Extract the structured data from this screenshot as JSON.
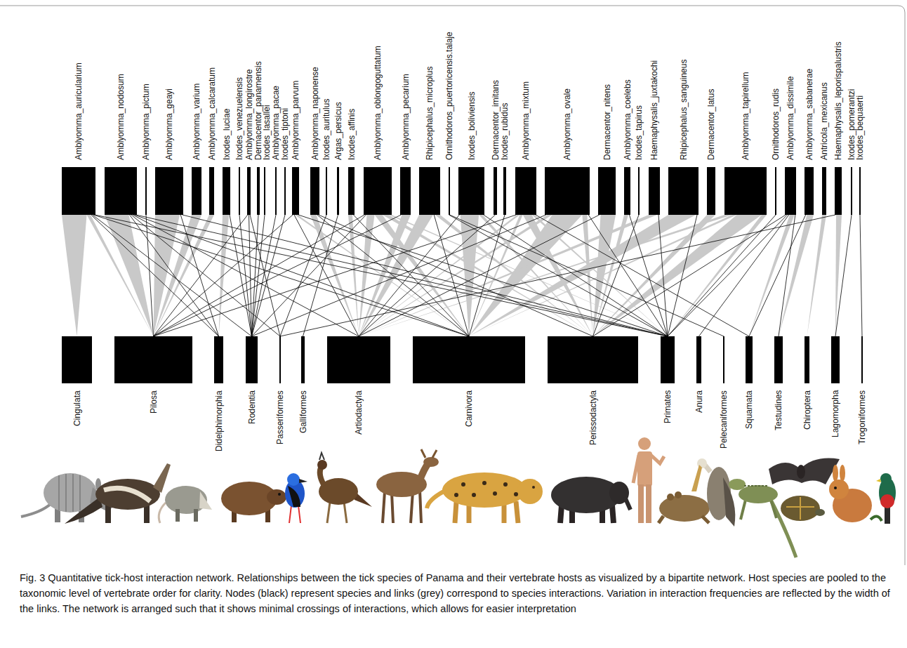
{
  "diagram": {
    "caption": "Fig. 3 Quantitative tick-host interaction network. Relationships between the tick species of Panama and their vertebrate hosts as visualized by a bipartite network. Host species are pooled to the taxonomic level of vertebrate order for clarity. Nodes (black) represent species and links (grey) correspond to species interactions. Variation in interaction frequencies are reflected by the width of the links. The network is arranged such that it shows minimal crossings of interactions, which allows for easier interpretation",
    "nodes": [
      {
        "text": [
          "Amblyomma_auricularium"
        ]
      },
      {
        "text": [
          "Amblyomma_nodosum"
        ]
      },
      {
        "text": [
          "Amblyomma_pictum"
        ]
      },
      {
        "text": [
          "Amblyomma_geayi"
        ]
      },
      {
        "text": [
          "Amblyomma_varium"
        ]
      },
      {
        "text": [
          "Amblyomma_calcaratum"
        ]
      },
      {
        "text": [
          "Ixodes_luciae"
        ]
      },
      {
        "text": [
          "Ixodes_venezuelensis"
        ]
      },
      {
        "text": [
          "Amblyomma_longirostre"
        ]
      },
      {
        "text": [
          "Dermacentor_panamensis"
        ]
      },
      {
        "text": [
          "Ixodes_lasallei"
        ]
      },
      {
        "text": [
          "Amblyomma_pacae"
        ]
      },
      {
        "text": [
          "Ixodes_tiptoni"
        ]
      },
      {
        "text": [
          "Amblyomma_parvum"
        ]
      },
      {
        "text": [
          "Amblyomma_naponense"
        ]
      },
      {
        "text": [
          "Ixodes_auritulus"
        ]
      },
      {
        "text": [
          "Argas_persicus"
        ]
      },
      {
        "text": [
          "Ixodes_affinis"
        ]
      },
      {
        "text": [
          "Amblyomma_oblongoguttatum"
        ]
      },
      {
        "text": [
          "Amblyomma_pecarium"
        ]
      },
      {
        "text": [
          "Rhipicephalus_microplus"
        ]
      },
      {
        "text": [
          "Ornithodoros_puertoricensis.talaje"
        ]
      },
      {
        "text": [
          "Ixodes_boliviensis"
        ]
      },
      {
        "text": [
          "Dermacentor_imitans"
        ]
      },
      {
        "text": [
          "Ixodes_rubidus"
        ]
      },
      {
        "text": [
          "Amblyomma_mixtum"
        ]
      },
      {
        "text": [
          "Amblyomma_ovale"
        ]
      },
      {
        "text": [
          "Dermacentor_nitens"
        ]
      },
      {
        "text": [
          "Amblyomma_coelebs"
        ]
      },
      {
        "text": [
          "Ixodes_tapirus"
        ]
      },
      {
        "text": [
          "Haemaphysalis_juxtakochi"
        ]
      },
      {
        "text": [
          "Rhipicephalus_sanguineus"
        ]
      },
      {
        "text": [
          "Dermacentor_latus"
        ]
      },
      {
        "text": [
          "Amblyomma_tapirellum"
        ]
      },
      {
        "text": [
          "Ornithodoros_rudis"
        ]
      },
      {
        "text": [
          "Amblyomma_dissimile"
        ]
      },
      {
        "text": [
          "Amblyomma_sabanerae"
        ]
      },
      {
        "text": [
          "Antricola_mexicanus"
        ]
      },
      {
        "text": [
          "Haemaphysalis_leporispalustris"
        ]
      },
      {
        "text": [
          "Ixodes_pomerantzi"
        ]
      },
      {
        "text": [
          "Ixodes_bequaerti"
        ]
      },
      {
        "text": [
          "Cingulata"
        ]
      },
      {
        "text": [
          "Pilosa"
        ]
      },
      {
        "text": [
          "Didelphimorphia"
        ]
      },
      {
        "text": [
          "Rodentia"
        ]
      },
      {
        "text": [
          "Passeriformes"
        ]
      },
      {
        "text": [
          "Galliformes"
        ]
      },
      {
        "text": [
          "Artiodactyla"
        ]
      },
      {
        "text": [
          "Carnivora"
        ]
      },
      {
        "text": [
          "Perissodactyla"
        ]
      },
      {
        "text": [
          "Primates"
        ]
      },
      {
        "text": [
          "Anura"
        ]
      },
      {
        "text": [
          "Pelecaniformes"
        ]
      },
      {
        "text": [
          "Squamata"
        ]
      },
      {
        "text": [
          "Testudines"
        ]
      },
      {
        "text": [
          "Chiroptera"
        ]
      },
      {
        "text": [
          "Lagomorpha"
        ]
      },
      {
        "text": [
          "Trogoniformes"
        ]
      }
    ],
    "edges": [
      {
        "from": 0,
        "to": 41,
        "arrow": "none"
      },
      {
        "from": 0,
        "to": 42,
        "arrow": "none"
      },
      {
        "from": 0,
        "to": 43,
        "arrow": "none"
      },
      {
        "from": 0,
        "to": 44,
        "arrow": "none"
      },
      {
        "from": 0,
        "to": 48,
        "arrow": "none"
      },
      {
        "from": 0,
        "to": 50,
        "arrow": "none"
      },
      {
        "from": 1,
        "to": 42,
        "arrow": "none"
      },
      {
        "from": 1,
        "to": 43,
        "arrow": "none"
      },
      {
        "from": 1,
        "to": 45,
        "arrow": "none"
      },
      {
        "from": 1,
        "to": 47,
        "arrow": "none"
      },
      {
        "from": 1,
        "to": 48,
        "arrow": "none"
      },
      {
        "from": 1,
        "to": 50,
        "arrow": "none"
      },
      {
        "from": 2,
        "to": 42,
        "arrow": "none"
      },
      {
        "from": 3,
        "to": 42,
        "arrow": "none"
      },
      {
        "from": 3,
        "to": 43,
        "arrow": "none"
      },
      {
        "from": 3,
        "to": 50,
        "arrow": "none"
      },
      {
        "from": 4,
        "to": 42,
        "arrow": "none"
      },
      {
        "from": 5,
        "to": 42,
        "arrow": "none"
      },
      {
        "from": 6,
        "to": 43,
        "arrow": "none"
      },
      {
        "from": 6,
        "to": 44,
        "arrow": "none"
      },
      {
        "from": 7,
        "to": 44,
        "arrow": "none"
      },
      {
        "from": 8,
        "to": 42,
        "arrow": "none"
      },
      {
        "from": 8,
        "to": 44,
        "arrow": "none"
      },
      {
        "from": 8,
        "to": 45,
        "arrow": "none"
      },
      {
        "from": 9,
        "to": 44,
        "arrow": "none"
      },
      {
        "from": 10,
        "to": 44,
        "arrow": "none"
      },
      {
        "from": 11,
        "to": 44,
        "arrow": "none"
      },
      {
        "from": 12,
        "to": 44,
        "arrow": "none"
      },
      {
        "from": 13,
        "to": 42,
        "arrow": "none"
      },
      {
        "from": 13,
        "to": 47,
        "arrow": "none"
      },
      {
        "from": 13,
        "to": 48,
        "arrow": "none"
      },
      {
        "from": 13,
        "to": 50,
        "arrow": "none"
      },
      {
        "from": 14,
        "to": 47,
        "arrow": "none"
      },
      {
        "from": 14,
        "to": 48,
        "arrow": "none"
      },
      {
        "from": 14,
        "to": 49,
        "arrow": "none"
      },
      {
        "from": 15,
        "to": 45,
        "arrow": "none"
      },
      {
        "from": 16,
        "to": 46,
        "arrow": "none"
      },
      {
        "from": 17,
        "to": 47,
        "arrow": "none"
      },
      {
        "from": 17,
        "to": 48,
        "arrow": "none"
      },
      {
        "from": 18,
        "to": 42,
        "arrow": "none"
      },
      {
        "from": 18,
        "to": 44,
        "arrow": "none"
      },
      {
        "from": 18,
        "to": 47,
        "arrow": "none"
      },
      {
        "from": 18,
        "to": 48,
        "arrow": "none"
      },
      {
        "from": 18,
        "to": 49,
        "arrow": "none"
      },
      {
        "from": 18,
        "to": 50,
        "arrow": "none"
      },
      {
        "from": 19,
        "to": 42,
        "arrow": "none"
      },
      {
        "from": 19,
        "to": 47,
        "arrow": "none"
      },
      {
        "from": 20,
        "to": 47,
        "arrow": "none"
      },
      {
        "from": 20,
        "to": 48,
        "arrow": "none"
      },
      {
        "from": 20,
        "to": 49,
        "arrow": "none"
      },
      {
        "from": 21,
        "to": 50,
        "arrow": "none"
      },
      {
        "from": 21,
        "to": 52,
        "arrow": "none"
      },
      {
        "from": 22,
        "to": 47,
        "arrow": "none"
      },
      {
        "from": 22,
        "to": 48,
        "arrow": "none"
      },
      {
        "from": 22,
        "to": 49,
        "arrow": "none"
      },
      {
        "from": 22,
        "to": 50,
        "arrow": "none"
      },
      {
        "from": 23,
        "to": 47,
        "arrow": "none"
      },
      {
        "from": 24,
        "to": 48,
        "arrow": "none"
      },
      {
        "from": 25,
        "to": 42,
        "arrow": "none"
      },
      {
        "from": 25,
        "to": 47,
        "arrow": "none"
      },
      {
        "from": 25,
        "to": 48,
        "arrow": "none"
      },
      {
        "from": 25,
        "to": 49,
        "arrow": "none"
      },
      {
        "from": 25,
        "to": 50,
        "arrow": "none"
      },
      {
        "from": 25,
        "to": 53,
        "arrow": "none"
      },
      {
        "from": 26,
        "to": 44,
        "arrow": "none"
      },
      {
        "from": 26,
        "to": 47,
        "arrow": "none"
      },
      {
        "from": 26,
        "to": 48,
        "arrow": "none"
      },
      {
        "from": 26,
        "to": 49,
        "arrow": "none"
      },
      {
        "from": 26,
        "to": 50,
        "arrow": "none"
      },
      {
        "from": 27,
        "to": 47,
        "arrow": "none"
      },
      {
        "from": 27,
        "to": 49,
        "arrow": "none"
      },
      {
        "from": 28,
        "to": 49,
        "arrow": "none"
      },
      {
        "from": 28,
        "to": 50,
        "arrow": "none"
      },
      {
        "from": 29,
        "to": 49,
        "arrow": "none"
      },
      {
        "from": 30,
        "to": 47,
        "arrow": "none"
      },
      {
        "from": 30,
        "to": 50,
        "arrow": "none"
      },
      {
        "from": 31,
        "to": 48,
        "arrow": "none"
      },
      {
        "from": 31,
        "to": 50,
        "arrow": "none"
      },
      {
        "from": 32,
        "to": 49,
        "arrow": "none"
      },
      {
        "from": 33,
        "to": 47,
        "arrow": "none"
      },
      {
        "from": 33,
        "to": 48,
        "arrow": "none"
      },
      {
        "from": 33,
        "to": 49,
        "arrow": "none"
      },
      {
        "from": 33,
        "to": 50,
        "arrow": "none"
      },
      {
        "from": 34,
        "to": 50,
        "arrow": "none"
      },
      {
        "from": 35,
        "to": 49,
        "arrow": "none"
      },
      {
        "from": 35,
        "to": 50,
        "arrow": "none"
      },
      {
        "from": 35,
        "to": 51,
        "arrow": "none"
      },
      {
        "from": 35,
        "to": 53,
        "arrow": "none"
      },
      {
        "from": 35,
        "to": 54,
        "arrow": "none"
      },
      {
        "from": 36,
        "to": 53,
        "arrow": "none"
      },
      {
        "from": 36,
        "to": 54,
        "arrow": "none"
      },
      {
        "from": 37,
        "to": 55,
        "arrow": "none"
      },
      {
        "from": 38,
        "to": 45,
        "arrow": "none"
      },
      {
        "from": 38,
        "to": 56,
        "arrow": "none"
      },
      {
        "from": 39,
        "to": 56,
        "arrow": "none"
      },
      {
        "from": 40,
        "to": 57,
        "arrow": "none"
      }
    ]
  }
}
